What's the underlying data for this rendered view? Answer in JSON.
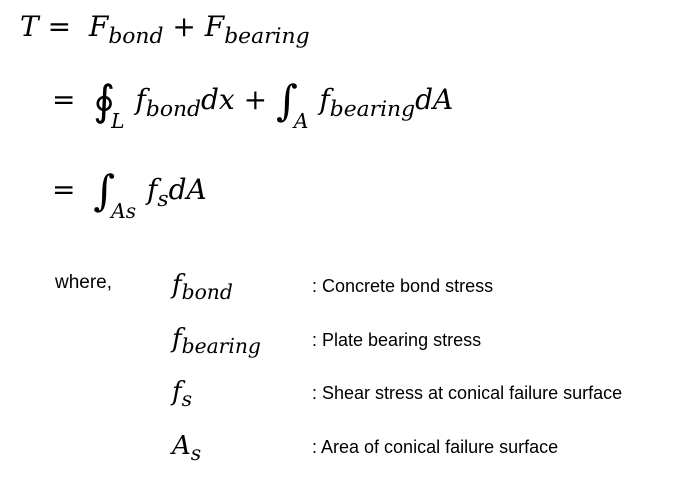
{
  "equation": {
    "line1": {
      "lhs": "T",
      "op": "=",
      "terms": [
        {
          "base": "F",
          "sub": "bond"
        },
        {
          "sep": "+"
        },
        {
          "base": "F",
          "sub": "bearing"
        }
      ]
    },
    "line2": {
      "op": "=",
      "integral1": {
        "symbol": "∮",
        "limit": "L",
        "integrand_base": "f",
        "integrand_sub": "bond",
        "differential": "dx"
      },
      "plus": "+",
      "integral2": {
        "symbol": "∫",
        "limit": "A",
        "integrand_base": "f",
        "integrand_sub": "bearing",
        "differential": "dA"
      }
    },
    "line3": {
      "op": "=",
      "integral": {
        "symbol": "∫",
        "limit": "As",
        "integrand_base": "f",
        "integrand_sub": "s",
        "differential": "dA"
      }
    }
  },
  "definitions": {
    "label": "where,",
    "items": [
      {
        "base": "f",
        "sub": "bond",
        "description": ": Concrete bond stress"
      },
      {
        "base": "f",
        "sub": "bearing",
        "description": ": Plate bearing stress"
      },
      {
        "base": "f",
        "sub": "s",
        "description": ": Shear stress at conical failure surface"
      },
      {
        "base": "A",
        "sub": "s",
        "description": ": Area of conical failure surface"
      }
    ]
  }
}
